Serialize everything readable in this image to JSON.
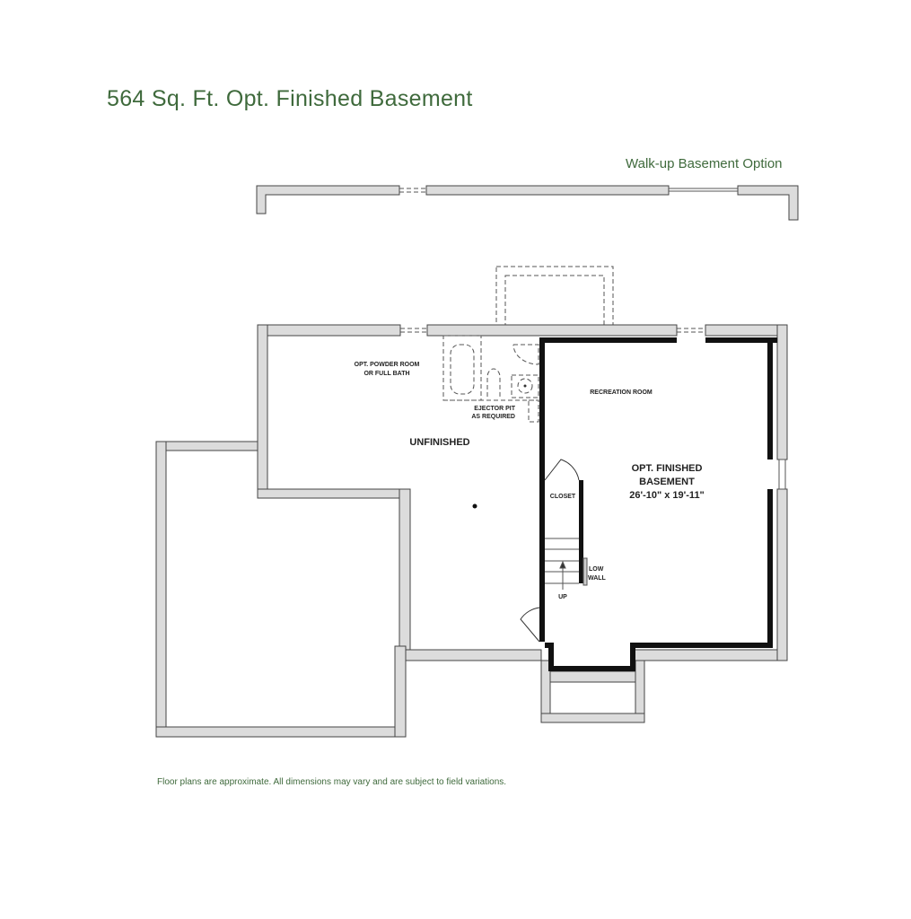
{
  "title": "564 Sq. Ft. Opt. Finished Basement",
  "walkup_label": "Walk-up Basement Option",
  "rooms": {
    "powder_room": [
      "OPT. POWDER ROOM",
      "OR FULL BATH"
    ],
    "ejector_pit": [
      "EJECTOR PIT",
      "AS REQUIRED"
    ],
    "recreation_room": "RECREATION ROOM",
    "unfinished": "UNFINISHED",
    "finished_basement": [
      "OPT. FINISHED",
      "BASEMENT"
    ],
    "dimensions": "26'-10\" x 19'-11\"",
    "closet": "CLOSET",
    "low_wall": [
      "LOW",
      "WALL"
    ],
    "up": "UP"
  },
  "disclaimer": "Floor plans are approximate. All dimensions may vary and are subject to field variations."
}
